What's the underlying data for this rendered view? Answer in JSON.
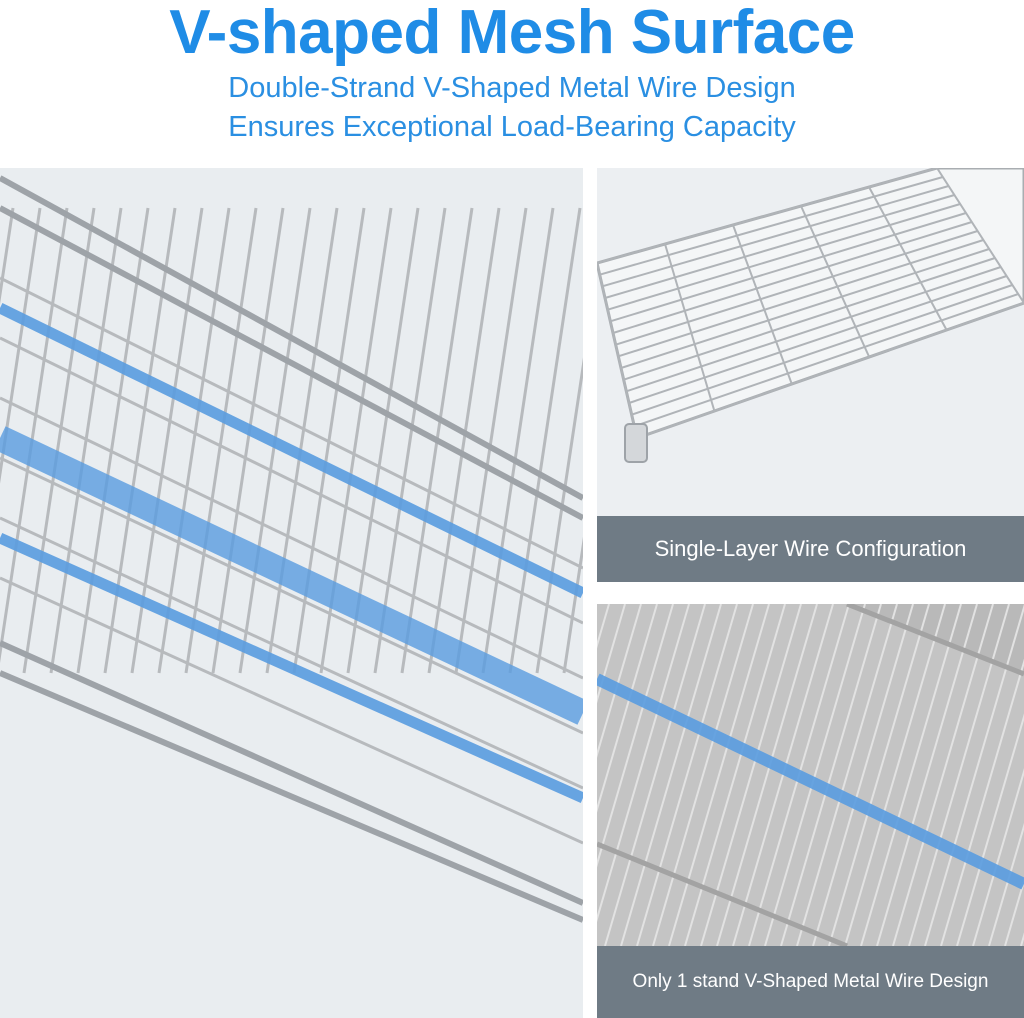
{
  "header": {
    "title": "V-shaped Mesh Surface",
    "subtitle_line1": "Double-Strand V-Shaped Metal Wire Design",
    "subtitle_line2": "Ensures Exceptional Load-Bearing Capacity"
  },
  "panels": {
    "top_right_caption": "Single-Layer Wire Configuration",
    "bottom_right_caption": "Only 1 stand V-Shaped Metal Wire Design"
  },
  "colors": {
    "title": "#1f8ce6",
    "highlight_wire": "#5a9de0",
    "caption_bg": "#6f7b85",
    "wire": "#b5b8bb"
  }
}
